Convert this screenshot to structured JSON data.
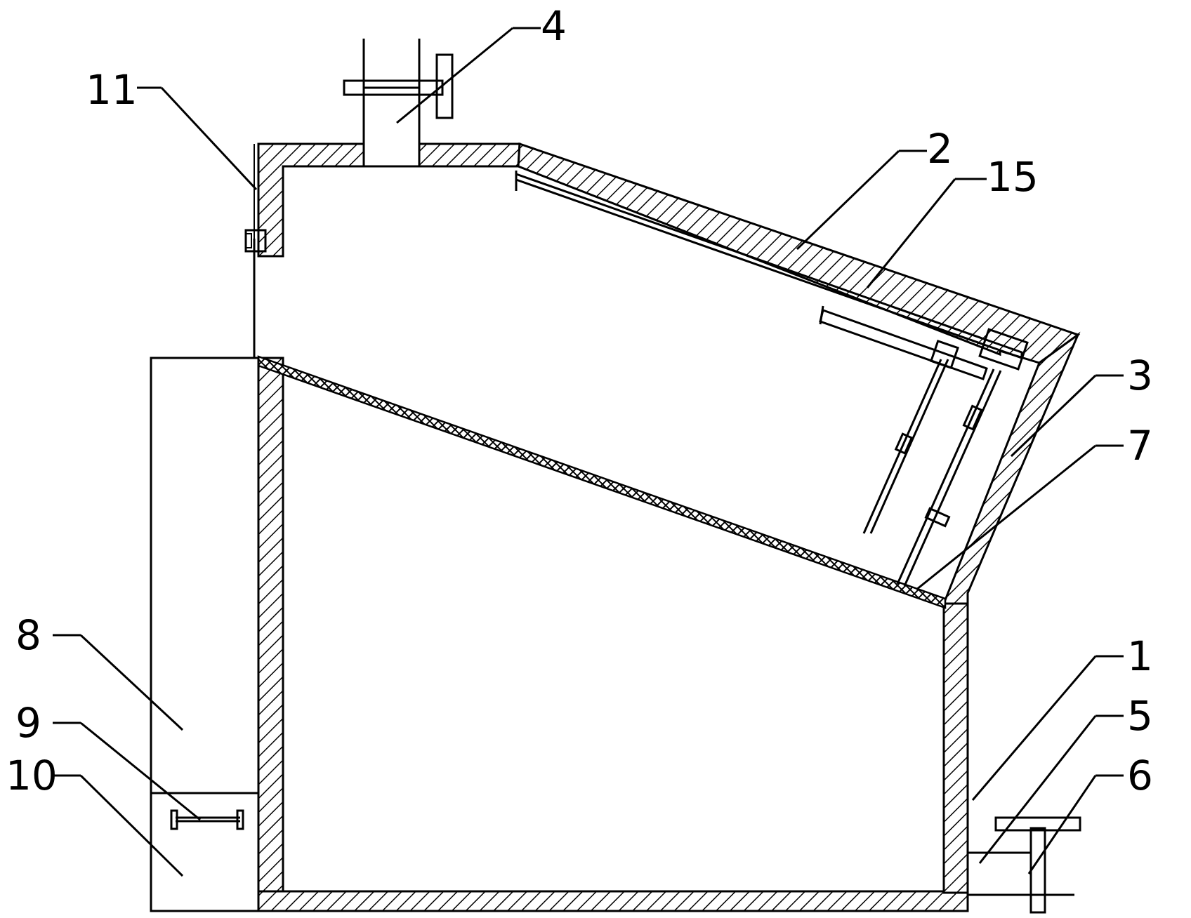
{
  "labels": {
    "l1": "1",
    "l2": "2",
    "l3": "3",
    "l4": "4",
    "l5": "5",
    "l6": "6",
    "l7": "7",
    "l8": "8",
    "l9": "9",
    "l10": "10",
    "l11": "11",
    "l15": "15"
  }
}
